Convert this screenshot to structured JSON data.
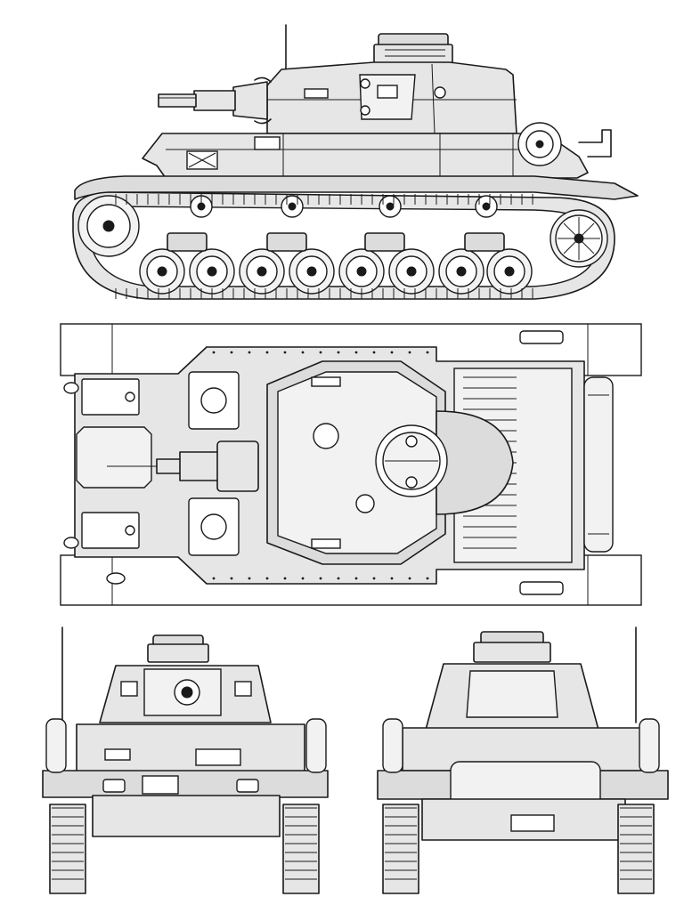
{
  "drawing": {
    "subject": "tank",
    "views": [
      {
        "id": "side",
        "name": "side-view"
      },
      {
        "id": "top",
        "name": "top-view"
      },
      {
        "id": "front",
        "name": "front-view"
      },
      {
        "id": "rear",
        "name": "rear-view"
      }
    ],
    "colors": {
      "line": "#1a1a1a",
      "fill": "#e6e6e6",
      "background": "#ffffff"
    }
  }
}
